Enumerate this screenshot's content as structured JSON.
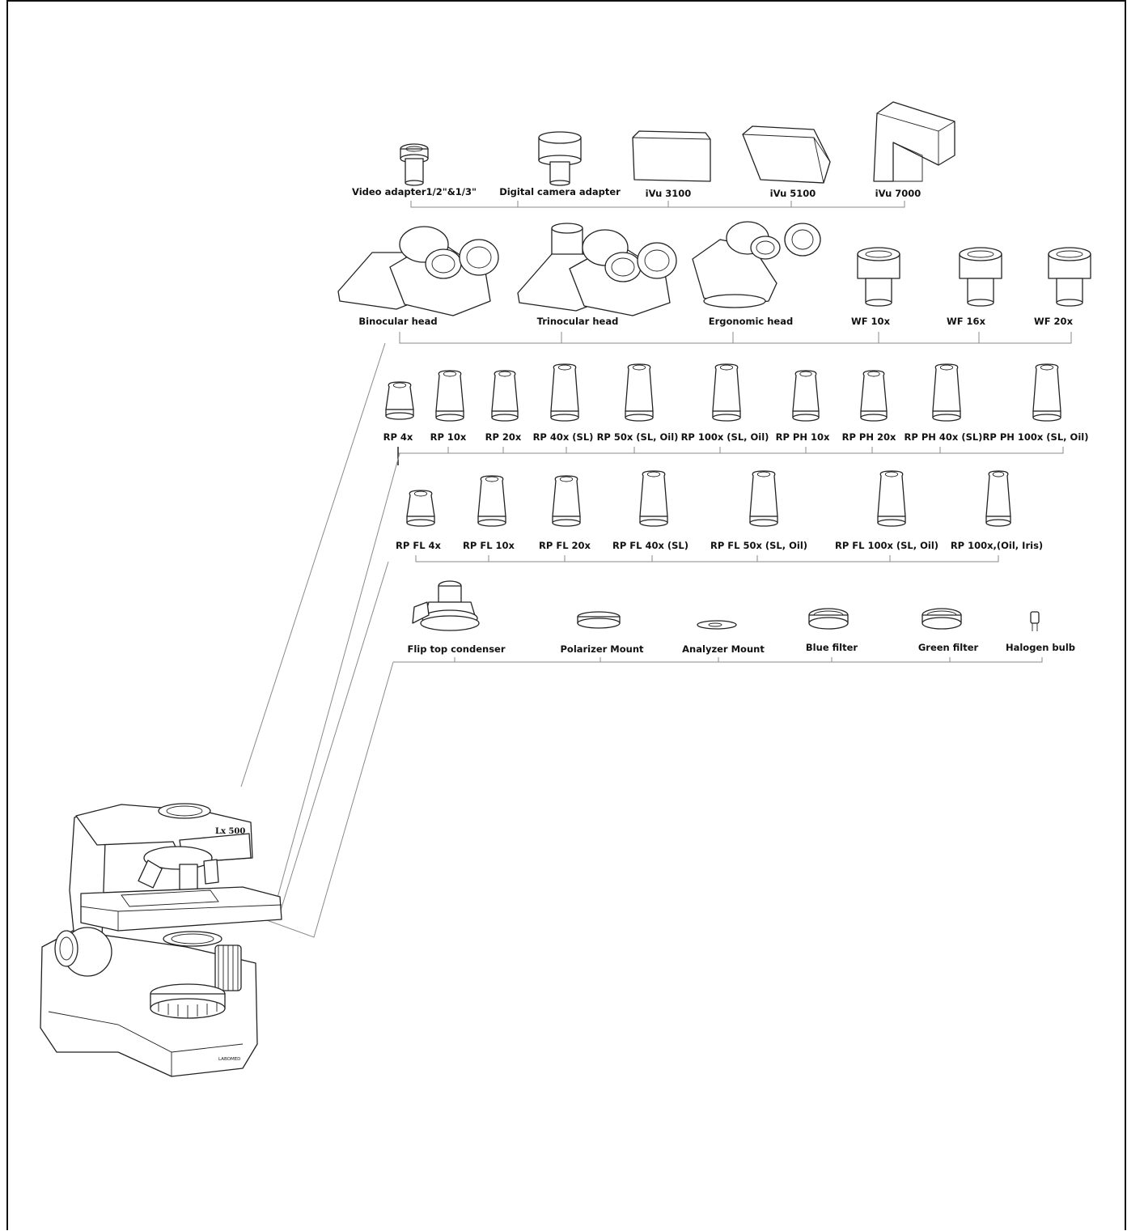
{
  "rows": {
    "cameras": [
      {
        "label": "Video adapter1/2\"&1/3\"",
        "icon": "video-adapter-icon"
      },
      {
        "label": "Digital camera adapter",
        "icon": "camera-adapter-icon"
      },
      {
        "label": "iVu 3100",
        "icon": "ivu-3100-camera-icon"
      },
      {
        "label": "iVu 5100",
        "icon": "ivu-5100-camera-icon"
      },
      {
        "label": "iVu 7000",
        "icon": "ivu-7000-camera-icon"
      }
    ],
    "heads": [
      {
        "label": "Binocular head",
        "icon": "binocular-head-icon"
      },
      {
        "label": "Trinocular head",
        "icon": "trinocular-head-icon"
      },
      {
        "label": "Ergonomic head",
        "icon": "ergonomic-head-icon"
      },
      {
        "label": "WF 10x",
        "icon": "eyepiece-icon"
      },
      {
        "label": "WF 16x",
        "icon": "eyepiece-icon"
      },
      {
        "label": "WF 20x",
        "icon": "eyepiece-icon"
      }
    ],
    "objectives": [
      {
        "label": "RP 4x"
      },
      {
        "label": "RP 10x"
      },
      {
        "label": "RP 20x"
      },
      {
        "label": "RP 40x (SL)"
      },
      {
        "label": "RP 50x (SL, Oil)"
      },
      {
        "label": "RP 100x (SL, Oil)"
      },
      {
        "label": "RP PH 10x"
      },
      {
        "label": "RP PH 20x"
      },
      {
        "label": "RP PH 40x (SL)"
      },
      {
        "label": "RP PH 100x (SL, Oil)"
      }
    ],
    "fluorescence_objectives": [
      {
        "label": "RP FL 4x"
      },
      {
        "label": "RP FL 10x"
      },
      {
        "label": "RP FL 20x"
      },
      {
        "label": "RP FL 40x (SL)"
      },
      {
        "label": "RP FL 50x (SL, Oil)"
      },
      {
        "label": "RP FL 100x (SL, Oil)"
      },
      {
        "label": "RP 100x,(Oil, Iris)"
      }
    ],
    "accessories": [
      {
        "label": "Flip top condenser",
        "icon": "condenser-icon"
      },
      {
        "label": "Polarizer Mount",
        "icon": "polarizer-mount-icon"
      },
      {
        "label": "Analyzer Mount",
        "icon": "analyzer-mount-icon"
      },
      {
        "label": "Blue filter",
        "icon": "filter-ring-icon"
      },
      {
        "label": "Green filter",
        "icon": "filter-ring-icon"
      },
      {
        "label": "Halogen bulb",
        "icon": "halogen-bulb-icon"
      }
    ]
  },
  "microscope": {
    "model_label": "Lx 500",
    "brand": "LABOMED"
  }
}
